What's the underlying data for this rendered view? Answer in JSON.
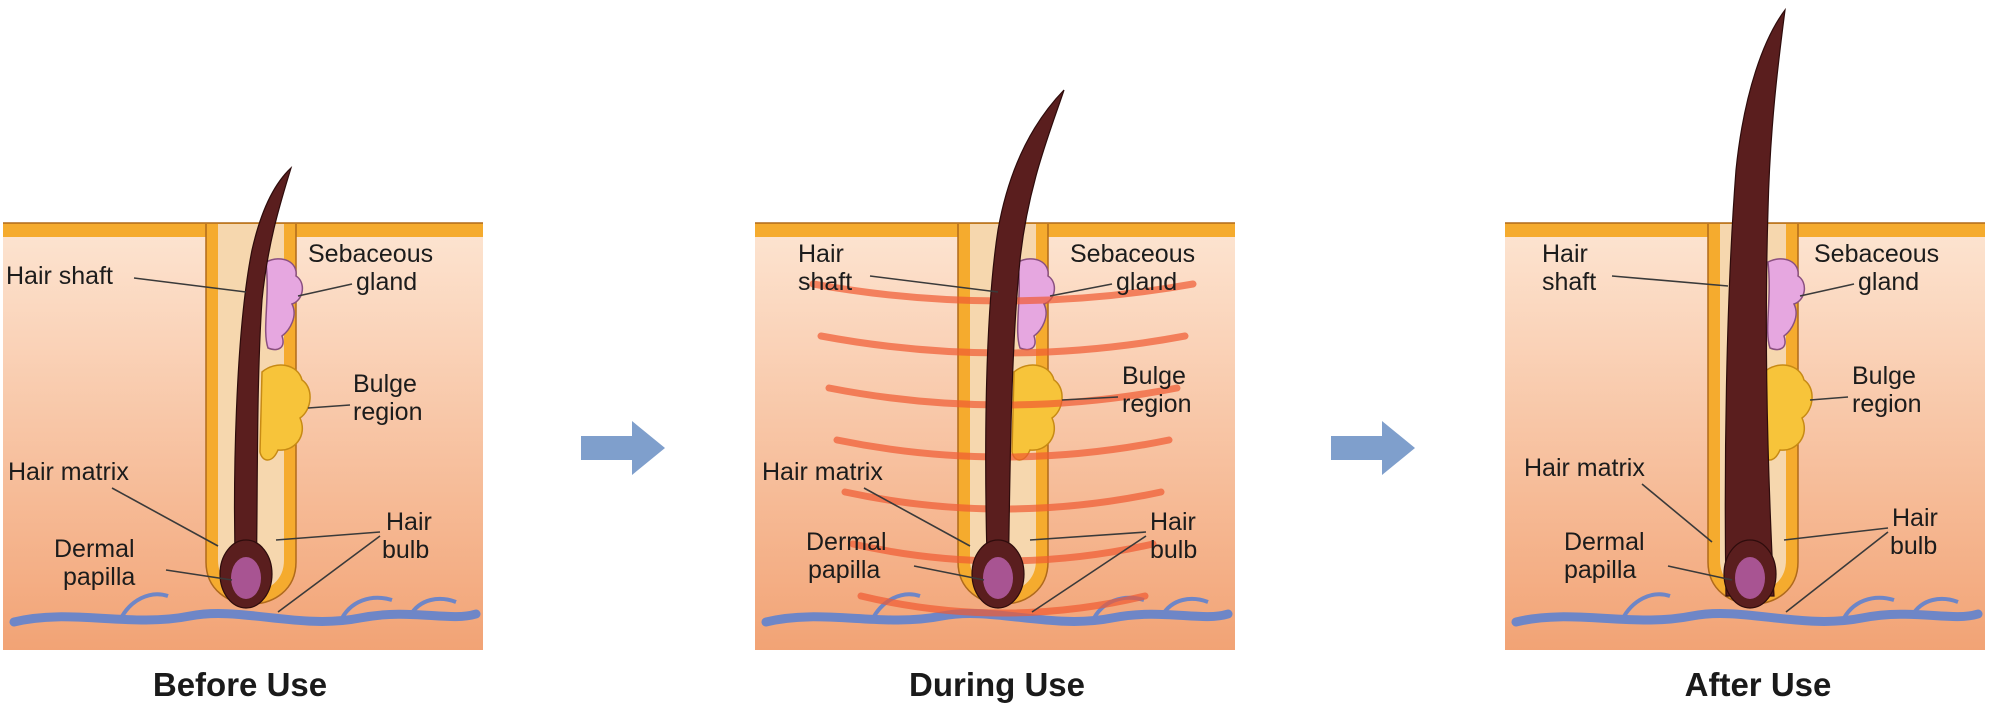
{
  "panels": [
    {
      "caption": "Before Use",
      "labels": {
        "hair_shaft": [
          "Hair shaft"
        ],
        "sebaceous_gland": [
          "Sebaceous",
          "gland"
        ],
        "bulge_region": [
          "Bulge",
          "region"
        ],
        "hair_matrix": [
          "Hair matrix"
        ],
        "dermal_papilla": [
          "Dermal",
          "papilla"
        ],
        "hair_bulb": [
          "Hair",
          "bulb"
        ]
      }
    },
    {
      "caption": "During Use",
      "labels": {
        "hair_shaft": [
          "Hair",
          "shaft"
        ],
        "sebaceous_gland": [
          "Sebaceous",
          "gland"
        ],
        "bulge_region": [
          "Bulge",
          "region"
        ],
        "hair_matrix": [
          "Hair matrix"
        ],
        "dermal_papilla": [
          "Dermal",
          "papilla"
        ],
        "hair_bulb": [
          "Hair",
          "bulb"
        ]
      }
    },
    {
      "caption": "After Use",
      "labels": {
        "hair_shaft": [
          "Hair",
          "shaft"
        ],
        "sebaceous_gland": [
          "Sebaceous",
          "gland"
        ],
        "bulge_region": [
          "Bulge",
          "region"
        ],
        "hair_matrix": [
          "Hair matrix"
        ],
        "dermal_papilla": [
          "Dermal",
          "papilla"
        ],
        "hair_bulb": [
          "Hair",
          "bulb"
        ]
      }
    }
  ],
  "colors": {
    "skin_top": "#fde5d2",
    "skin_bottom": "#f2a375",
    "epidermis": "#f5ab2e",
    "follicle_fill": "#f6d7ae",
    "hair": "#5a1e1e",
    "sebaceous": "#e6a7e0",
    "bulge": "#f7c43a",
    "vessel": "#6e86c7",
    "heat": "#ef5a32",
    "papilla": "#b05a9f",
    "arrow": "#7f9fcc"
  }
}
